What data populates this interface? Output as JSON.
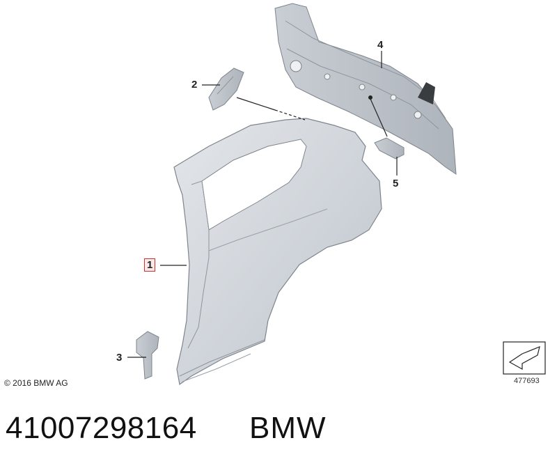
{
  "callouts": {
    "c1": "1",
    "c2": "2",
    "c3": "3",
    "c4": "4",
    "c5": "5"
  },
  "footer": {
    "copyright": "© 2016 BMW AG",
    "ref_code": "477693"
  },
  "caption": {
    "part_number": "41007298164",
    "brand": "BMW"
  },
  "colors": {
    "part_fill": "#d6dadf",
    "part_stroke": "#8a9097",
    "highlight_box": "#d32f2f"
  }
}
